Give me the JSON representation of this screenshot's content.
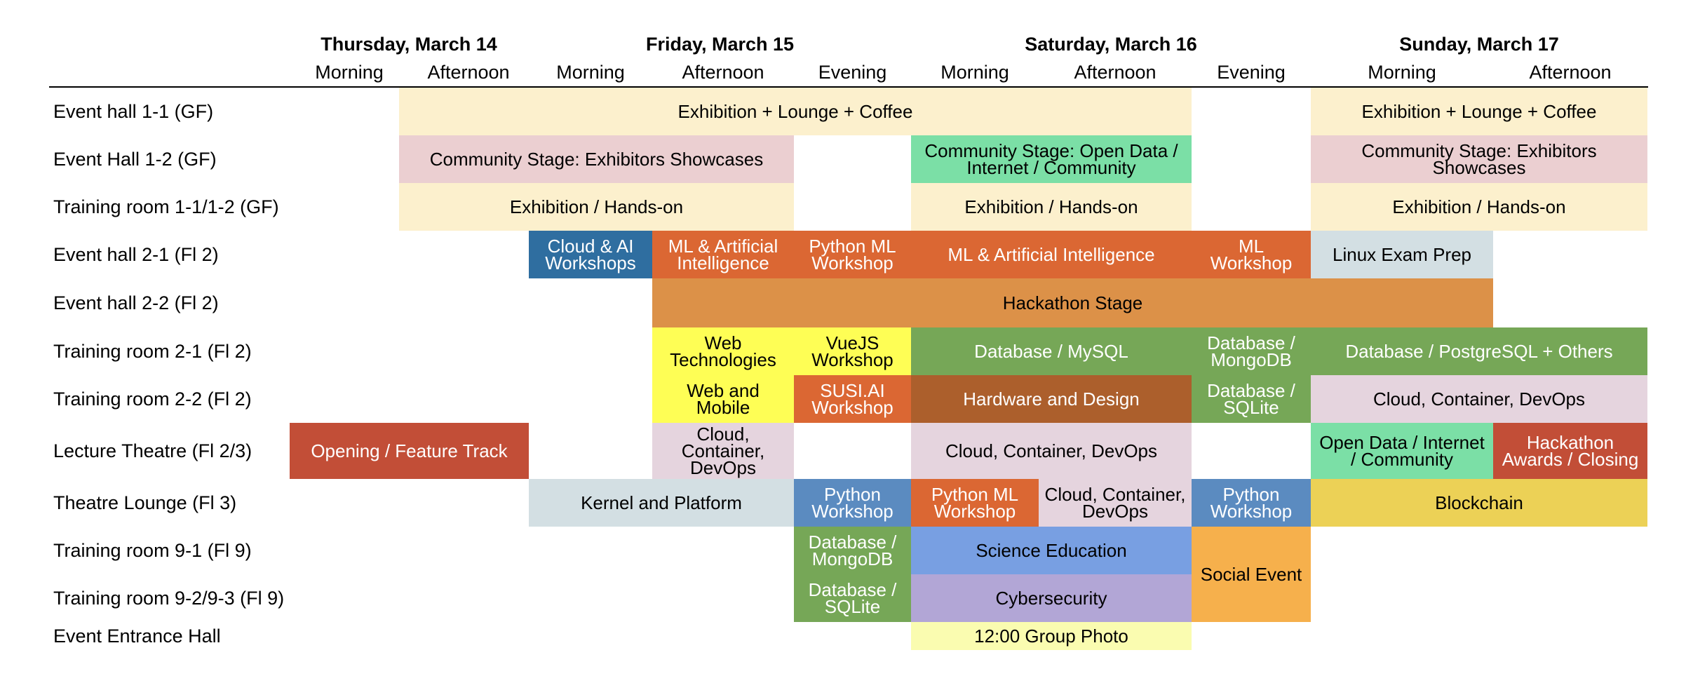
{
  "days": [
    {
      "label": "Thursday, March 14",
      "periods": [
        "Morning",
        "Afternoon"
      ]
    },
    {
      "label": "Friday, March 15",
      "periods": [
        "Morning",
        "Afternoon",
        "Evening"
      ]
    },
    {
      "label": "Saturday, March 16",
      "periods": [
        "Morning",
        "Afternoon",
        "Evening"
      ]
    },
    {
      "label": "Sunday, March 17",
      "periods": [
        "Morning",
        "Afternoon"
      ]
    }
  ],
  "rooms": [
    "Event hall 1-1 (GF)",
    "Event Hall 1-2 (GF)",
    "Training room 1-1/1-2 (GF)",
    "Event hall 2-1 (Fl 2)",
    "Event hall 2-2 (Fl 2)",
    "Training room 2-1 (Fl 2)",
    "Training room 2-2 (Fl 2)",
    "Lecture Theatre (Fl 2/3)",
    "Theatre Lounge (Fl 3)",
    "Training room 9-1 (Fl 9)",
    "Training room 9-2/9-3 (Fl 9)",
    "Event Entrance Hall"
  ],
  "sessions": [
    {
      "label": "Exhibition + Lounge + Coffee",
      "color": "#fcf0cd",
      "text_color": "#000000"
    },
    {
      "label": "Exhibition + Lounge + Coffee",
      "color": "#fcf0cd",
      "text_color": "#000000"
    },
    {
      "label": "Community Stage: Exhibitors Showcases",
      "color": "#ebcfd1",
      "text_color": "#000000"
    },
    {
      "label": "Community Stage: Open Data / Internet / Community",
      "color": "#7bdfa6",
      "text_color": "#000000"
    },
    {
      "label": "Community Stage: Exhibitors Showcases",
      "color": "#ebcfd1",
      "text_color": "#000000"
    },
    {
      "label": "Exhibition / Hands-on",
      "color": "#fcf0cd",
      "text_color": "#000000"
    },
    {
      "label": "Exhibition / Hands-on",
      "color": "#fcf0cd",
      "text_color": "#000000"
    },
    {
      "label": "Exhibition / Hands-on",
      "color": "#fcf0cd",
      "text_color": "#000000"
    },
    {
      "label": "Cloud & AI Workshops",
      "color": "#2f6ea0",
      "text_color": "#ffffff"
    },
    {
      "label": "ML & Artificial Intelligence",
      "color": "#db6733",
      "text_color": "#ffffff"
    },
    {
      "label": "Python ML Workshop",
      "color": "#db6733",
      "text_color": "#ffffff"
    },
    {
      "label": "ML & Artificial Intelligence",
      "color": "#db6733",
      "text_color": "#ffffff"
    },
    {
      "label": "ML Workshop",
      "color": "#db6733",
      "text_color": "#ffffff"
    },
    {
      "label": "Linux Exam Prep",
      "color": "#d3dfe3",
      "text_color": "#000000"
    },
    {
      "label": "Hackathon Stage",
      "color": "#dc9148",
      "text_color": "#000000"
    },
    {
      "label": "Web Technologies",
      "color": "#fefe55",
      "text_color": "#000000"
    },
    {
      "label": "VueJS Workshop",
      "color": "#fefe55",
      "text_color": "#000000"
    },
    {
      "label": "Database / MySQL",
      "color": "#76a757",
      "text_color": "#ffffff"
    },
    {
      "label": "Database / MongoDB",
      "color": "#76a757",
      "text_color": "#ffffff"
    },
    {
      "label": "Database / PostgreSQL + Others",
      "color": "#76a757",
      "text_color": "#ffffff"
    },
    {
      "label": "Web and Mobile",
      "color": "#fefe55",
      "text_color": "#000000"
    },
    {
      "label": "SUSI.AI Workshop",
      "color": "#db6733",
      "text_color": "#ffffff"
    },
    {
      "label": "Hardware and Design",
      "color": "#ac5f2c",
      "text_color": "#ffffff"
    },
    {
      "label": "Database / SQLite",
      "color": "#76a757",
      "text_color": "#ffffff"
    },
    {
      "label": "Cloud, Container, DevOps",
      "color": "#e5d4de",
      "text_color": "#000000"
    },
    {
      "label": "Opening / Feature Track",
      "color": "#c24e37",
      "text_color": "#ffffff"
    },
    {
      "label": "Cloud, Container, DevOps",
      "color": "#e5d4de",
      "text_color": "#000000"
    },
    {
      "label": "Cloud, Container, DevOps",
      "color": "#e5d4de",
      "text_color": "#000000"
    },
    {
      "label": "Open Data / Internet / Community",
      "color": "#7bdfa6",
      "text_color": "#000000"
    },
    {
      "label": "Hackathon Awards / Closing",
      "color": "#c24e37",
      "text_color": "#ffffff"
    },
    {
      "label": "Kernel and Platform",
      "color": "#d3dfe3",
      "text_color": "#000000"
    },
    {
      "label": "Python Workshop",
      "color": "#5b8bc0",
      "text_color": "#ffffff"
    },
    {
      "label": "Python ML Workshop",
      "color": "#db6733",
      "text_color": "#ffffff"
    },
    {
      "label": "Cloud, Container, DevOps",
      "color": "#e5d4de",
      "text_color": "#000000"
    },
    {
      "label": "Python Workshop",
      "color": "#5b8bc0",
      "text_color": "#ffffff"
    },
    {
      "label": "Blockchain",
      "color": "#ecd156",
      "text_color": "#000000"
    },
    {
      "label": "Database / MongoDB",
      "color": "#76a757",
      "text_color": "#ffffff"
    },
    {
      "label": "Science Education",
      "color": "#789fe2",
      "text_color": "#000000"
    },
    {
      "label": "Social Event",
      "color": "#f6b04c",
      "text_color": "#000000"
    },
    {
      "label": "Database / SQLite",
      "color": "#76a757",
      "text_color": "#ffffff"
    },
    {
      "label": "Cybersecurity",
      "color": "#b2a6d6",
      "text_color": "#000000"
    },
    {
      "label": "12:00 Group Photo",
      "color": "#fafcb0",
      "text_color": "#000000"
    }
  ]
}
